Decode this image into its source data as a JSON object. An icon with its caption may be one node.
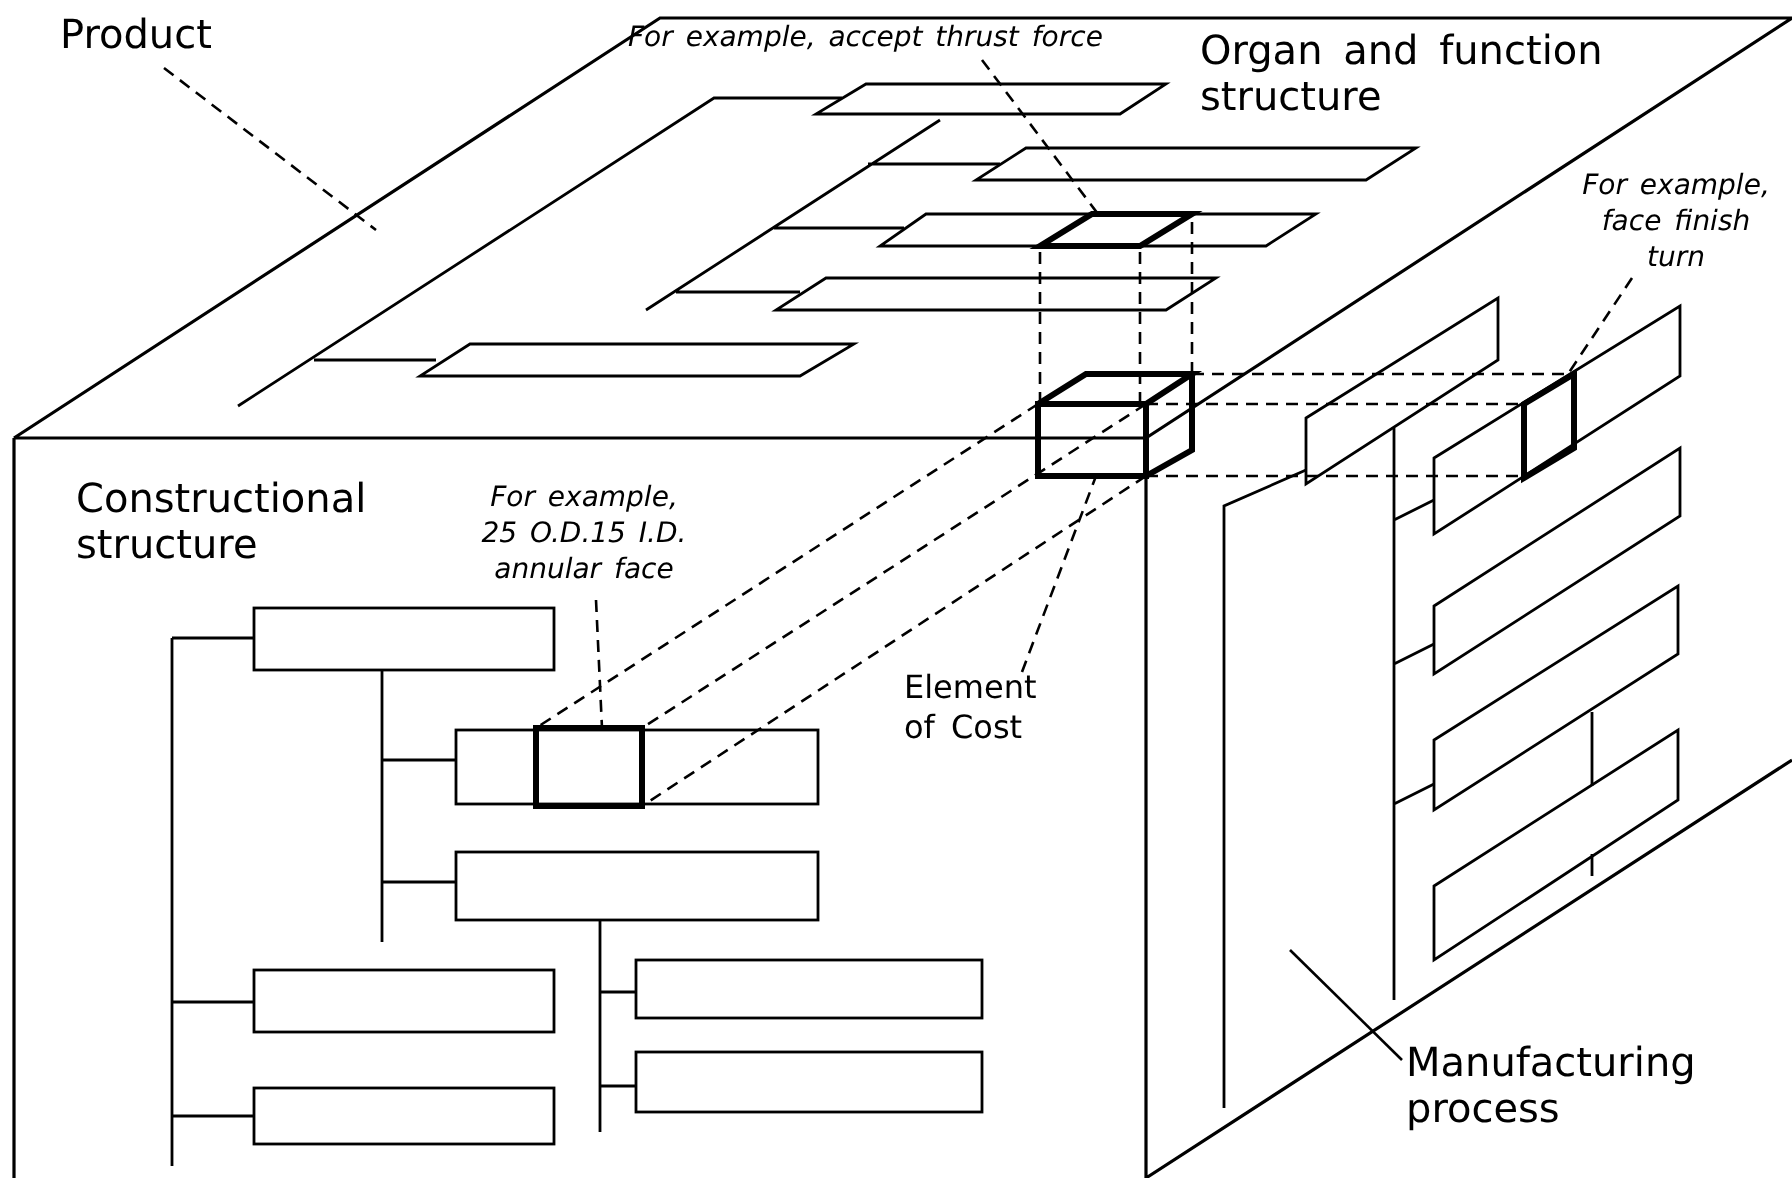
{
  "diagram": {
    "nodes": [
      {
        "text": [
          "Product"
        ]
      },
      {
        "text": [
          "For example, accept thrust force"
        ]
      },
      {
        "text": [],
        "shape": "box"
      },
      {
        "text": [
          "For example, face finish turn"
        ]
      },
      {
        "text": [],
        "shape": "box"
      },
      {
        "text": [
          "For example, 25 O.D.15 I.D. annular face"
        ]
      },
      {
        "text": [],
        "shape": "box"
      },
      {
        "text": [
          "Element of Cost"
        ]
      },
      {
        "text": [],
        "shape": "cube"
      },
      {
        "text": [
          "Manufacturing process"
        ]
      }
    ],
    "edges": [
      {
        "from": 0,
        "to": null,
        "arrow": "none",
        "style": "dashed"
      },
      {
        "from": 1,
        "to": 2,
        "arrow": "none",
        "style": "dashed"
      },
      {
        "from": 3,
        "to": 4,
        "arrow": "none",
        "style": "dashed"
      },
      {
        "from": 5,
        "to": 6,
        "arrow": "none",
        "style": "dashed"
      },
      {
        "from": 7,
        "to": 8,
        "arrow": "none",
        "style": "dashed"
      },
      {
        "from": 9,
        "to": null,
        "arrow": "none"
      },
      {
        "from": 8,
        "to": 2,
        "arrow": "none",
        "style": "dashed"
      },
      {
        "from": 8,
        "to": 2,
        "arrow": "none",
        "style": "dashed"
      },
      {
        "from": 8,
        "to": 2,
        "arrow": "none",
        "style": "dashed"
      },
      {
        "from": 8,
        "to": 4,
        "arrow": "none",
        "style": "dashed"
      },
      {
        "from": 8,
        "to": 4,
        "arrow": "none",
        "style": "dashed"
      },
      {
        "from": 8,
        "to": 4,
        "arrow": "none",
        "style": "dashed"
      },
      {
        "from": 8,
        "to": 6,
        "arrow": "none",
        "style": "dashed"
      },
      {
        "from": 8,
        "to": 6,
        "arrow": "none",
        "style": "dashed"
      },
      {
        "from": 8,
        "to": 6,
        "arrow": "none",
        "style": "dashed"
      }
    ],
    "labels": [
      "Organ and function structure",
      "Constructional structure"
    ]
  }
}
